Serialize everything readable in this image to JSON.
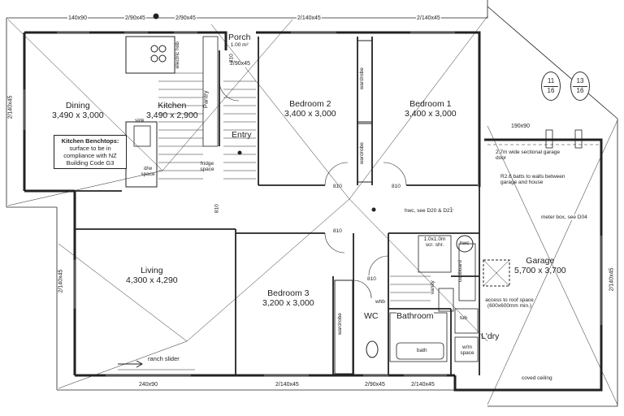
{
  "rooms": {
    "porch": {
      "name": "Porch",
      "area": "1.00 m²"
    },
    "dining": {
      "name": "Dining",
      "size": "3,490 x 3,000"
    },
    "kitchen": {
      "name": "Kitchen",
      "size": "3,490 x 2,900"
    },
    "bedroom2": {
      "name": "Bedroom 2",
      "size": "3,400 x 3,000"
    },
    "bedroom1": {
      "name": "Bedroom 1",
      "size": "3,400 x 3,000"
    },
    "entry": {
      "name": "Entry"
    },
    "living": {
      "name": "Living",
      "size": "4,300 x 4,290"
    },
    "bedroom3": {
      "name": "Bedroom 3",
      "size": "3,200 x 3,000"
    },
    "garage": {
      "name": "Garage",
      "size": "5,700 x 3,700"
    },
    "bathroom": {
      "name": "Bathroom"
    },
    "wc": {
      "name": "WC"
    },
    "laundry": {
      "name": "L'dry"
    }
  },
  "fixtures": {
    "pantry": "Pantry",
    "fridge": "fridge space",
    "dw": "d/w space",
    "sink": "sink",
    "electric_hob": "electric hob",
    "wardrobe": "wardrobe",
    "hwc": "hwc",
    "shower": "1.0x1.0m scr. shr.",
    "cupboard": "cupboard",
    "bath": "bath",
    "tub": "tub",
    "wm": "w/m space",
    "vanity": "vanity",
    "whb": "whb",
    "ranch_slider": "ranch slider"
  },
  "windows": {
    "w140x90": "140x90",
    "w290x45_a": "2/90x45",
    "w290x45_b": "2/90x45",
    "w2140x45_top1": "2/140x45",
    "w2140x45_top2": "2/140x45",
    "w2140x45_left": "2/140x45",
    "w2140x45_left2": "2/140x45",
    "w190x90": "190x90",
    "w240x90": "240x90",
    "w2140x45_bot": "2/140x45",
    "w290x45_bot": "2/90x45",
    "w2140x45_bot2": "2/140x45",
    "w2140x45_right": "2/140x45",
    "w290x45_porch": "2/90x45"
  },
  "doors": [
    "810",
    "810",
    "810",
    "810",
    "810",
    "810"
  ],
  "notes": {
    "kitchen_title": "Kitchen Benchtops:",
    "kitchen_body": "surface to be in compliance with NZ Building Code G3",
    "garage_door": "2.7m wide sectional garage door",
    "batts": "R2.6 batts to walls between garage and house",
    "hwc_note": "hwc, see D20 & D21",
    "meter_box": "meter box, see D04",
    "roof_access": "access to roof space (600x600mm min.)",
    "coved": "coved ceiling"
  },
  "callouts": [
    {
      "top": "11",
      "bottom": "16"
    },
    {
      "top": "13",
      "bottom": "16"
    }
  ]
}
